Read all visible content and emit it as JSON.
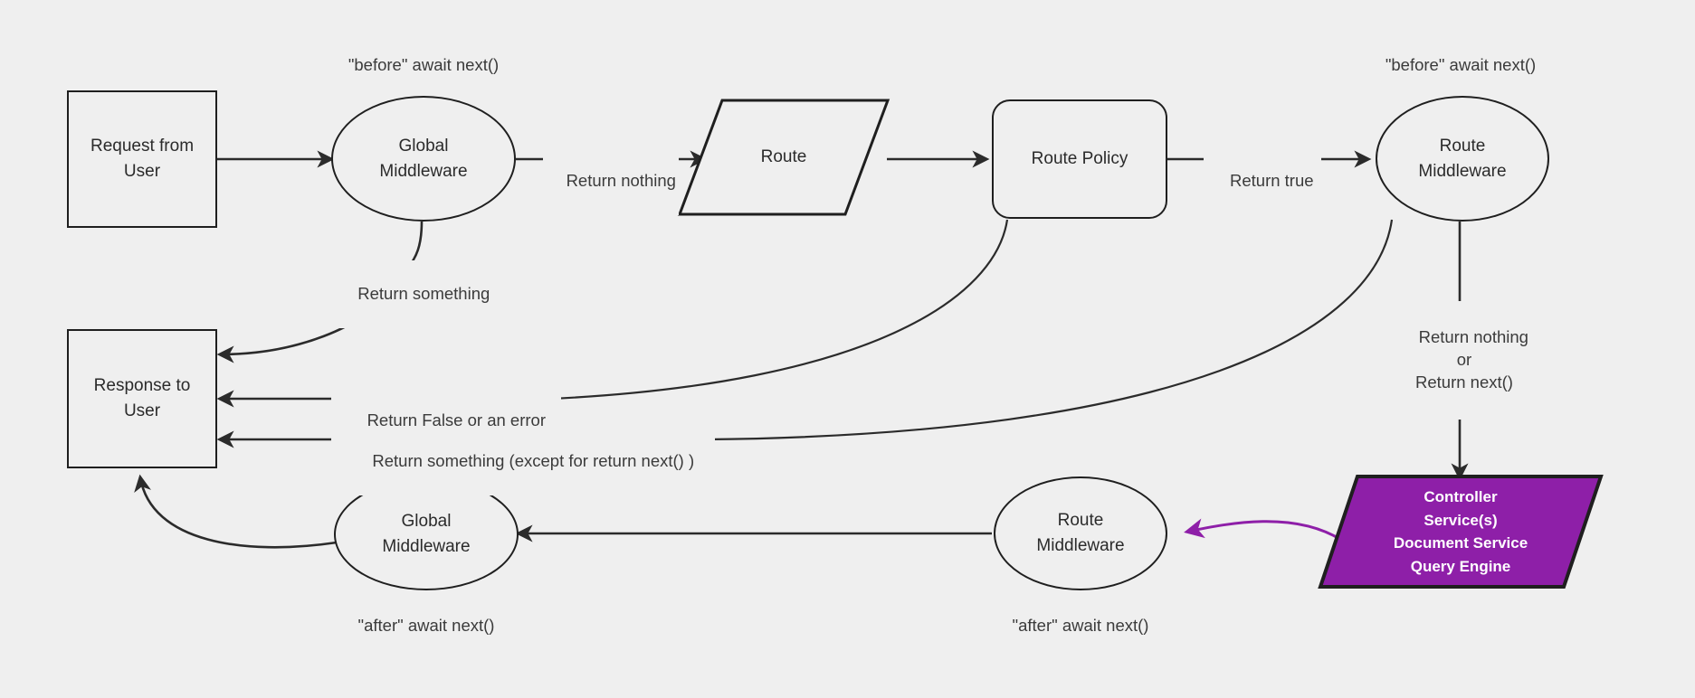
{
  "diagram": {
    "title": "Request / Middleware lifecycle flow",
    "background_color": "#efefef",
    "stroke_color": "#1f1f1f",
    "text_color": "#3b3b3b",
    "accent_color": "#8e1fa8"
  },
  "nodes": {
    "request_from_user": {
      "label": "Request from\nUser",
      "shape": "rectangle"
    },
    "global_middleware_top": {
      "label": "Global\nMiddleware",
      "shape": "ellipse"
    },
    "route": {
      "label": "Route",
      "shape": "parallelogram"
    },
    "route_policy": {
      "label": "Route Policy",
      "shape": "rounded-rectangle"
    },
    "route_middleware_top": {
      "label": "Route\nMiddleware",
      "shape": "ellipse"
    },
    "response_to_user": {
      "label": "Response to\nUser",
      "shape": "rectangle"
    },
    "global_middleware_bottom": {
      "label": "Global\nMiddleware",
      "shape": "ellipse"
    },
    "route_middleware_bottom": {
      "label": "Route\nMiddleware",
      "shape": "ellipse"
    },
    "controller": {
      "label": "Controller\nService(s)\nDocument Service\nQuery Engine",
      "lines": [
        "Controller",
        "Service(s)",
        "Document Service",
        "Query Engine"
      ],
      "shape": "parallelogram",
      "fill": "#8e1fa8",
      "text_color": "#ffffff"
    }
  },
  "captions": {
    "before_global": "\"before\" await next()",
    "before_route": "\"before\" await next()",
    "after_global": "\"after\" await next()",
    "after_route": "\"after\" await next()"
  },
  "edge_labels": {
    "return_nothing": "Return nothing",
    "return_true": "Return true",
    "return_something": "Return something",
    "return_false_or_error": "Return False or an error",
    "return_something_except": "Return something (except for return next() )",
    "return_nothing_or_next": "Return nothing\nor\nReturn next()"
  },
  "edges": [
    {
      "from": "request_from_user",
      "to": "global_middleware_top",
      "label": ""
    },
    {
      "from": "global_middleware_top",
      "to": "route",
      "label": "Return nothing"
    },
    {
      "from": "route",
      "to": "route_policy",
      "label": ""
    },
    {
      "from": "route_policy",
      "to": "route_middleware_top",
      "label": "Return true"
    },
    {
      "from": "global_middleware_top",
      "to": "response_to_user",
      "label": "Return something"
    },
    {
      "from": "route_policy",
      "to": "response_to_user",
      "label": "Return False or an error"
    },
    {
      "from": "route_middleware_top",
      "to": "response_to_user",
      "label": "Return something (except for return next() )"
    },
    {
      "from": "route_middleware_top",
      "to": "controller",
      "label": "Return nothing\nor\nReturn next()"
    },
    {
      "from": "controller",
      "to": "route_middleware_bottom",
      "label": "",
      "color": "#8e1fa8"
    },
    {
      "from": "route_middleware_bottom",
      "to": "global_middleware_bottom",
      "label": ""
    },
    {
      "from": "global_middleware_bottom",
      "to": "response_to_user",
      "label": ""
    }
  ]
}
